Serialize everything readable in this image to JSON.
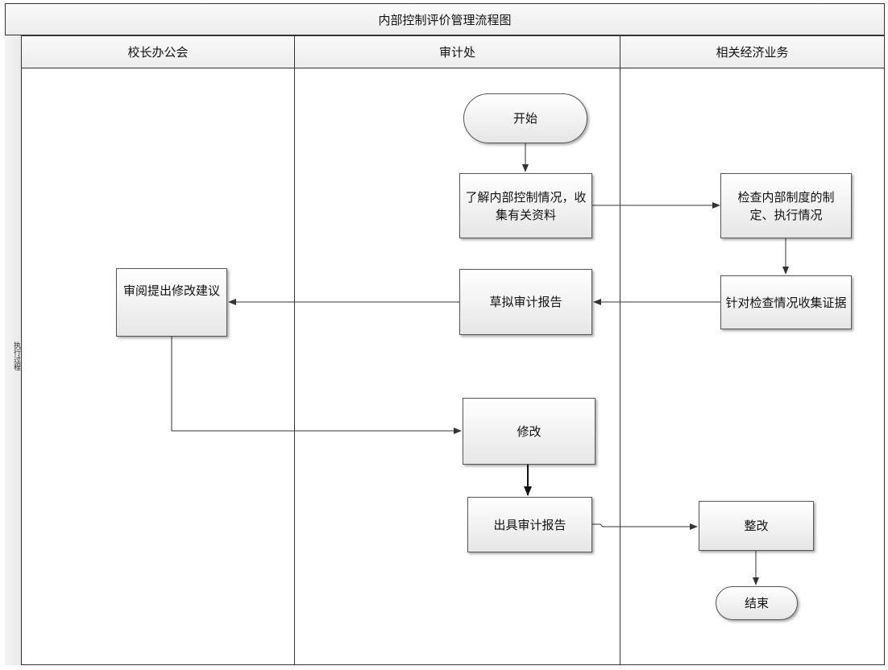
{
  "diagram": {
    "title": "内部控制评价管理流程图",
    "phase_label": "执行过程",
    "lanes": [
      {
        "id": "lane-principal-office",
        "label": "校长办公会"
      },
      {
        "id": "lane-audit-office",
        "label": "审计处"
      },
      {
        "id": "lane-economic-business",
        "label": "相关经济业务"
      }
    ],
    "nodes": {
      "start": "开始",
      "understand": "了解内部控制情况，收集有关资料",
      "check_system": "检查内部制度的制定、执行情况",
      "collect_evidence": "针对检查情况收集证据",
      "draft_report": "草拟审计报告",
      "review": "审阅提出修改建议",
      "modify": "修改",
      "issue_report": "出具审计报告",
      "rectify": "整改",
      "end": "结束"
    },
    "edges": [
      {
        "from": "开始",
        "to": "了解内部控制情况，收集有关资料"
      },
      {
        "from": "了解内部控制情况，收集有关资料",
        "to": "检查内部制度的制定、执行情况"
      },
      {
        "from": "检查内部制度的制定、执行情况",
        "to": "针对检查情况收集证据"
      },
      {
        "from": "针对检查情况收集证据",
        "to": "草拟审计报告"
      },
      {
        "from": "草拟审计报告",
        "to": "审阅提出修改建议"
      },
      {
        "from": "审阅提出修改建议",
        "to": "修改"
      },
      {
        "from": "修改",
        "to": "出具审计报告"
      },
      {
        "from": "出具审计报告",
        "to": "整改"
      },
      {
        "from": "整改",
        "to": "结束"
      }
    ]
  }
}
